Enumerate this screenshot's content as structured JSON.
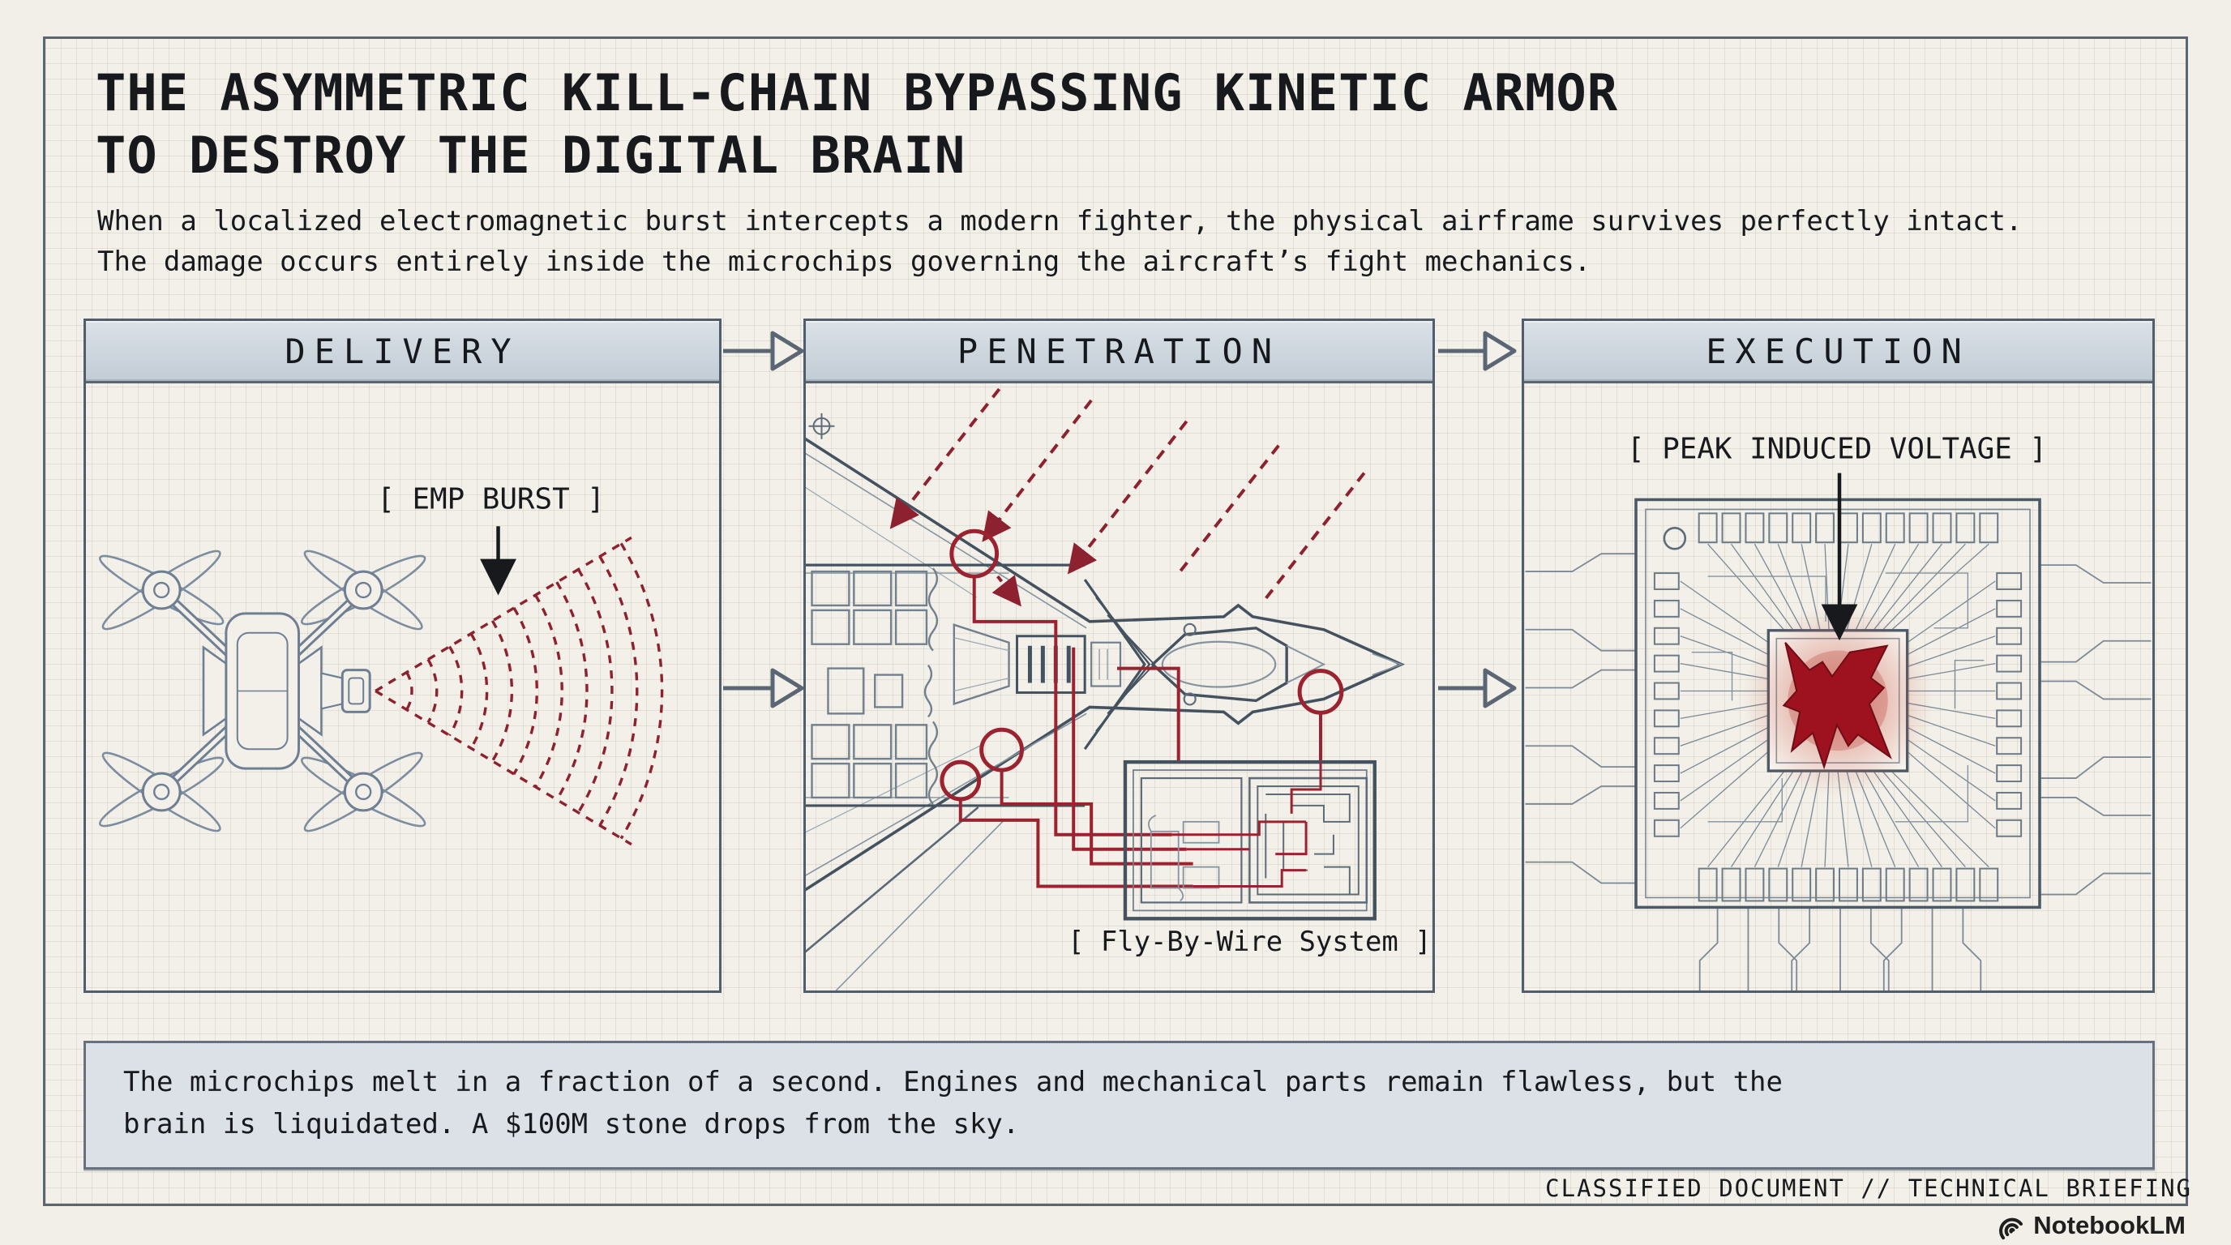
{
  "page": {
    "title_line1": "THE ASYMMETRIC KILL-CHAIN BYPASSING KINETIC ARMOR",
    "title_line2": "TO DESTROY THE DIGITAL BRAIN",
    "subtitle_line1": "When a localized electromagnetic burst intercepts a modern fighter, the physical airframe survives perfectly intact.",
    "subtitle_line2": "The damage occurs entirely inside the microchips governing the aircraft’s fight mechanics."
  },
  "panels": [
    {
      "header": "DELIVERY",
      "label": "[ EMP BURST ]"
    },
    {
      "header": "PENETRATION",
      "label": "[ Fly-By-Wire System ]"
    },
    {
      "header": "EXECUTION",
      "label": "[ PEAK INDUCED VOLTAGE ]"
    }
  ],
  "summary": {
    "line1": "The microchips melt in a fraction of a second. Engines and mechanical parts remain flawless, but the",
    "line2": "brain is liquidated. A $100M stone drops from the sky."
  },
  "footer": {
    "classification": "CLASSIFIED DOCUMENT // TECHNICAL BRIEFING",
    "brand": "NotebookLM"
  },
  "icons": {
    "flow_arrow": "open-right-arrow",
    "emp_cone": "dashed-radio-arcs",
    "brand_icon": "notebooklm-arcs"
  },
  "colors": {
    "paper": "#f2f0e8",
    "ink": "#17191d",
    "slate": "#4e5c6b",
    "steel": "#6e7f93",
    "accent_red": "#8e2130",
    "burst_red": "#9e1220",
    "header_fill": "#cdd5dd",
    "summary_fill": "#dce1e7"
  }
}
